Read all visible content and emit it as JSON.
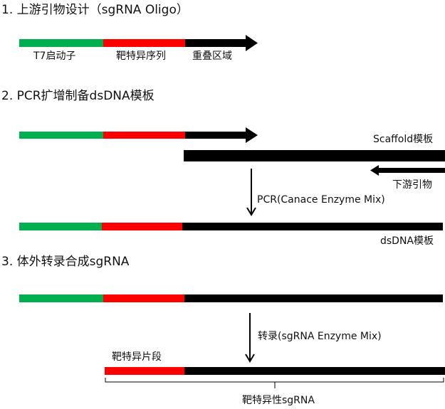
{
  "colors": {
    "promoter": "#00b050",
    "target": "#ff0000",
    "overlap": "#000000"
  },
  "step1": {
    "title": "1. 上游引物设计（sgRNA Oligo）",
    "labels": {
      "promoter": "T7启动子",
      "target": "靶特异序列",
      "overlap": "重叠区域"
    }
  },
  "step2": {
    "title": "2. PCR扩增制备dsDNA模板",
    "scaffold_label": "Scaffold模板",
    "reverse_primer_label": "下游引物",
    "reaction_label": "PCR(Canace Enzyme Mix)",
    "product_label": "dsDNA模板"
  },
  "step3": {
    "title": "3. 体外转录合成sgRNA",
    "reaction_label": "转录(sgRNA Enzyme Mix)",
    "fragment_label": "靶特异片段",
    "product_label": "靶特异性sgRNA"
  }
}
